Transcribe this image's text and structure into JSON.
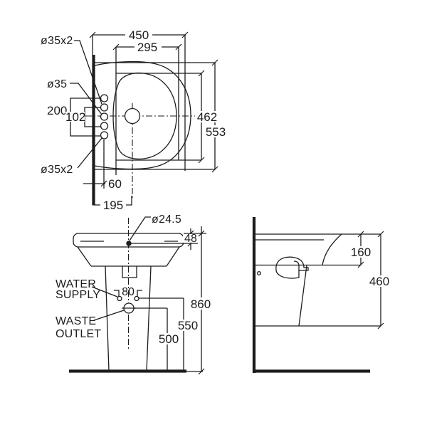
{
  "top_view": {
    "dim_width": "450",
    "dim_inner_width": "295",
    "label_hole_pair_top": "ø35x2",
    "label_hole_single": "ø35",
    "dim_hole_span_outer": "200",
    "dim_hole_span_inner": "102",
    "dim_depth_inner": "462",
    "dim_depth_outer": "553",
    "label_hole_pair_bottom": "ø35x2",
    "dim_wall_to_holes": "60",
    "dim_wall_to_drain": "195"
  },
  "front_view": {
    "label_tap_hole_dia": "ø24.5",
    "dim_rim_height": "48",
    "label_water_supply_line1": "WATER",
    "label_water_supply_line2": "SUPPLY",
    "dim_supply_spacing": "80",
    "label_waste_outlet_line1": "WASTE",
    "label_waste_outlet_line2": "OUTLET",
    "dim_total_height": "860",
    "dim_supply_height": "550",
    "dim_waste_height": "500"
  },
  "side_view": {
    "dim_basin_front_height": "160",
    "dim_rim_to_base": "460"
  },
  "colors": {
    "line": "#1c1c1c",
    "background": "#ffffff"
  }
}
